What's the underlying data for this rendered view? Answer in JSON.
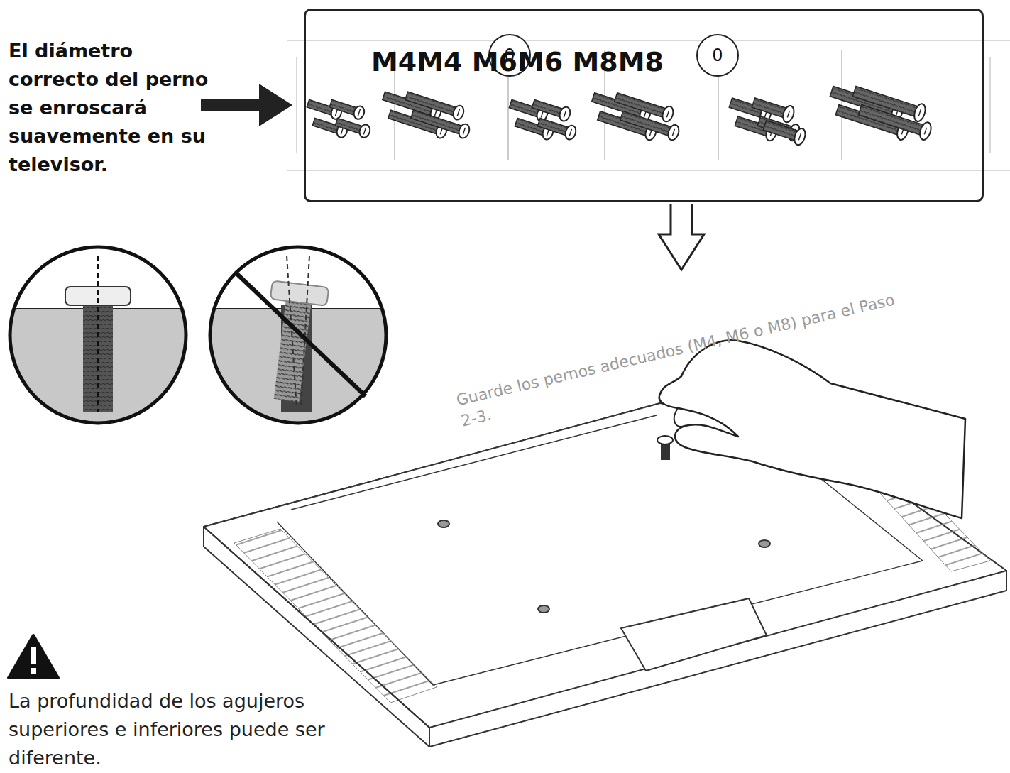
{
  "diagram": {
    "nodes": [
      {
        "text": [
          "M4M4 M6M6 M8M8"
        ]
      },
      {
        "text": [
          "0"
        ],
        "in": 0
      },
      {
        "text": [
          "0"
        ],
        "in": 0
      }
    ],
    "labels": [
      "El diámetro correcto del perno se enroscará suavemente en su televisor.",
      "Guarde los pernos adecuados (M4, M6 o M8) para el Paso 2-3.",
      "La profundidad de los agujeros superiores e inferiores puede ser diferente."
    ]
  }
}
